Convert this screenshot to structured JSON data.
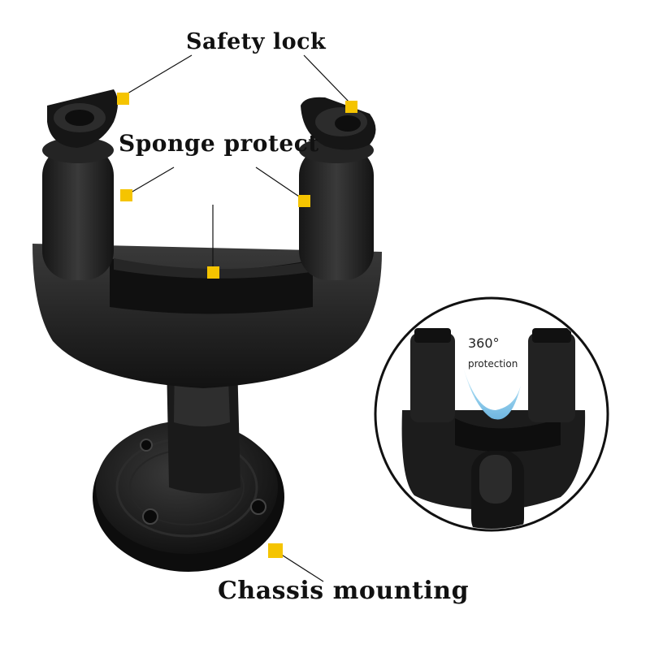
{
  "labels": {
    "safety_lock": "Safety lock",
    "sponge_protect": "Sponge protect",
    "chassis_mounting": "Chassis mounting"
  },
  "inset": {
    "degrees": "360°",
    "caption": "protection"
  },
  "colors": {
    "marker": "#f5c400",
    "product": "#1e1e1e",
    "foam": "#2a2a2a",
    "swoosh": "#8fd0ee"
  }
}
